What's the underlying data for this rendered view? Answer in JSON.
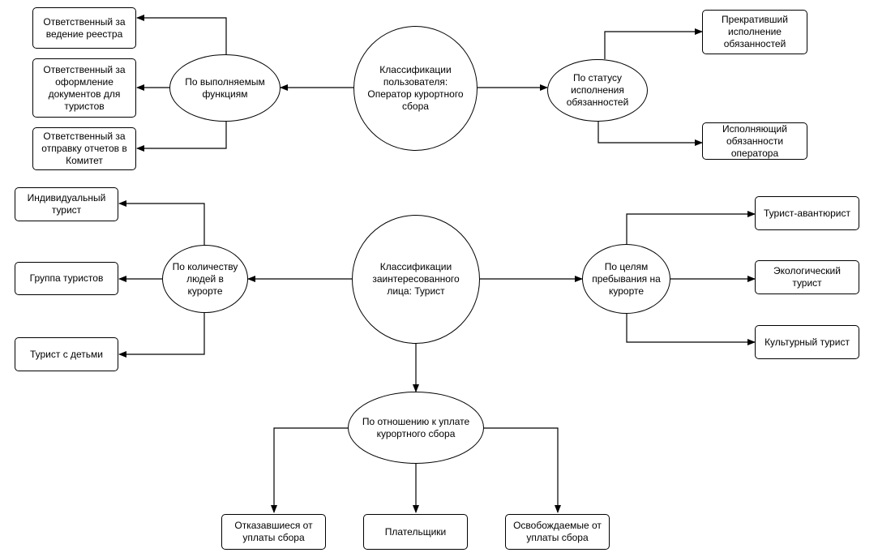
{
  "diagram": {
    "colors": {
      "stroke": "#000000",
      "fill": "#ffffff",
      "text": "#000000"
    },
    "top": {
      "center": "Классификации пользователя: Оператор курортного сбора",
      "functions": {
        "label": "По выполняемым функциям",
        "items": [
          "Ответственный за ведение реестра",
          "Ответственный за оформление документов для туристов",
          "Ответственный за отправку отчетов в Комитет"
        ]
      },
      "status": {
        "label": "По статусу исполнения обязанностей",
        "items": [
          "Прекративший исполнение обязанностей",
          "Исполняющий обязанности оператора"
        ]
      }
    },
    "bottom": {
      "center": "Классификации заинтересованного лица: Турист",
      "count": {
        "label": "По количеству людей в курорте",
        "items": [
          "Индивидуальный турист",
          "Группа туристов",
          "Турист с детьми"
        ]
      },
      "purpose": {
        "label": "По целям пребывания на курорте",
        "items": [
          "Турист-авантюрист",
          "Экологический турист",
          "Культурный турист"
        ]
      },
      "payment": {
        "label": "По отношению к уплате курортного сбора",
        "items": [
          "Отказавшиеся от уплаты сбора",
          "Плательщики",
          "Освобождаемые от уплаты сбора"
        ]
      }
    }
  }
}
